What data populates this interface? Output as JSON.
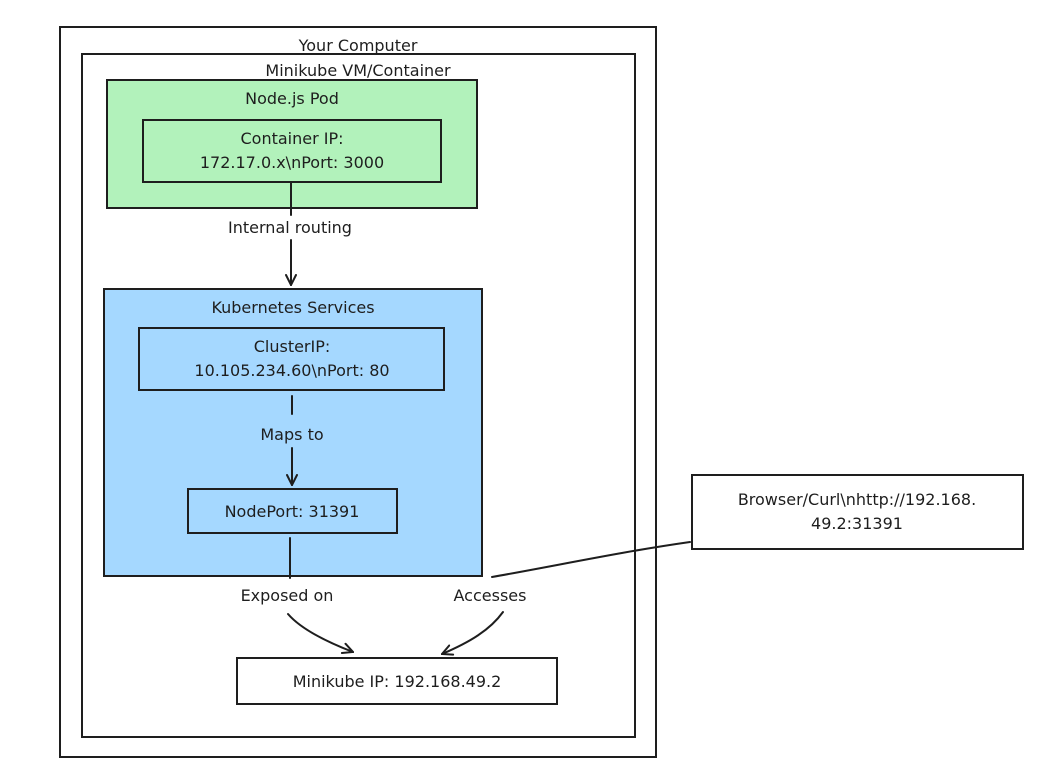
{
  "diagram": {
    "colors": {
      "stroke": "#1e1e1e",
      "background": "#ffffff",
      "pod_fill": "#b2f2bb",
      "services_fill": "#a5d8ff",
      "node_fill": "#ffffff"
    },
    "groups": {
      "computer": "Your Computer",
      "minikube_vm": "Minikube VM/Container",
      "pod": "Node.js Pod",
      "services": "Kubernetes Services"
    },
    "nodes": {
      "container": {
        "line1": "Container IP:",
        "line2": "172.17.0.x\\nPort: 3000"
      },
      "cluster_ip": {
        "line1": "ClusterIP:",
        "line2": "10.105.234.60\\nPort: 80"
      },
      "nodeport": {
        "label": "NodePort: 31391"
      },
      "minikube_ip": {
        "label": "Minikube IP: 192.168.49.2"
      },
      "browser": {
        "line1": "Browser/Curl\\nhttp://192.168.",
        "line2": "49.2:31391"
      }
    },
    "edges": {
      "internal_routing": "Internal routing",
      "maps_to": "Maps to",
      "exposed_on": "Exposed on",
      "accesses": "Accesses"
    }
  }
}
